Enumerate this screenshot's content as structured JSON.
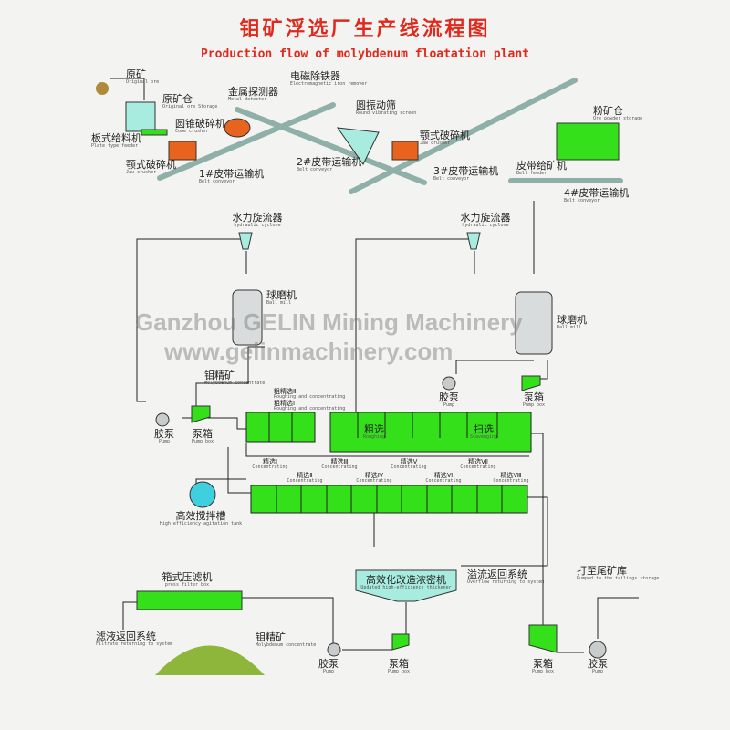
{
  "title": "钼矿浮选厂生产线流程图",
  "subtitle": "Production flow of molybdenum floatation plant",
  "watermark": {
    "company": "Ganzhou GELIN Mining Machinery",
    "url": "www.gelinmachinery.com"
  },
  "colors": {
    "title": "#e0281c",
    "flotation": "#33e01a",
    "tank": "#a8ece0",
    "crusher": "#e8641e",
    "conveyor": "#8fb0a8"
  },
  "labels": {
    "ore": {
      "cn": "原矿",
      "en": "Original ore"
    },
    "ore_storage": {
      "cn": "原矿仓",
      "en": "Original ore Storage"
    },
    "plate_feeder": {
      "cn": "板式给料机",
      "en": "Plate type feeder"
    },
    "jaw1": {
      "cn": "颚式破碎机",
      "en": "Jaw crusher"
    },
    "cone": {
      "cn": "圆锥破碎机",
      "en": "Cone crusher"
    },
    "metal": {
      "cn": "金属探测器",
      "en": "Metal detector"
    },
    "iron": {
      "cn": "电磁除铁器",
      "en": "Electromagnetic iron remover"
    },
    "screen": {
      "cn": "圆振动筛",
      "en": "Round vibrating screen"
    },
    "jaw2": {
      "cn": "颚式破碎机",
      "en": "Jaw crusher"
    },
    "belt1": {
      "cn": "1#皮带运输机",
      "en": "Belt conveyor"
    },
    "belt2": {
      "cn": "2#皮带运输机",
      "en": "Belt conveyor"
    },
    "belt3": {
      "cn": "3#皮带运输机",
      "en": "Belt conveyor"
    },
    "powder": {
      "cn": "粉矿仓",
      "en": "Ore powder storage"
    },
    "belt_feeder": {
      "cn": "皮带给矿机",
      "en": "Belt feeder"
    },
    "belt4": {
      "cn": "4#皮带运输机",
      "en": "Belt conveyor"
    },
    "cyclone1": {
      "cn": "水力旋流器",
      "en": "hydraulic cyclone"
    },
    "cyclone2": {
      "cn": "水力旋流器",
      "en": "hydraulic cyclone"
    },
    "mill1": {
      "cn": "球磨机",
      "en": "Ball mill"
    },
    "mill2": {
      "cn": "球磨机",
      "en": "Ball mill"
    },
    "moly1": {
      "cn": "钼精矿",
      "en": "Molybdenum concentrate"
    },
    "pump1": {
      "cn": "胶泵",
      "en": "Pump"
    },
    "pumpbox1": {
      "cn": "泵箱",
      "en": "Pump box"
    },
    "rc2": {
      "cn": "粗精选Ⅱ",
      "en": "Roughing and concentrating"
    },
    "rc1": {
      "cn": "粗精选Ⅰ",
      "en": "Roughing and concentrating"
    },
    "roughing": {
      "cn": "粗选",
      "en": "Roughing"
    },
    "scavenging": {
      "cn": "扫选",
      "en": "Scavenging"
    },
    "pump2": {
      "cn": "胶泵",
      "en": "Pump"
    },
    "pumpbox2": {
      "cn": "泵箱",
      "en": "Pump box"
    },
    "agitator": {
      "cn": "高效搅拌槽",
      "en": "High efficiency agitation tank"
    },
    "thickener": {
      "cn": "高效化改造浓密机",
      "en": "Updated high-efficiency thickener"
    },
    "overflow": {
      "cn": "溢流返回系统",
      "en": "Overflow returning to system"
    },
    "filter": {
      "cn": "箱式压滤机",
      "en": "press filter box"
    },
    "filtrate": {
      "cn": "滤液返回系统",
      "en": "Filtrate returning to system"
    },
    "moly2": {
      "cn": "钼精矿",
      "en": "Molybdenum concentrate"
    },
    "pump3": {
      "cn": "胶泵",
      "en": "Pump"
    },
    "pumpbox3": {
      "cn": "泵箱",
      "en": "Pump box"
    },
    "pumpbox4": {
      "cn": "泵箱",
      "en": "Pump box"
    },
    "pump4": {
      "cn": "胶泵",
      "en": "Pump"
    },
    "tailings": {
      "cn": "打至尾矿库",
      "en": "Pumped to the tailings storage"
    }
  },
  "cleaners": [
    {
      "cn": "精选Ⅰ",
      "en": "Concentrating"
    },
    {
      "cn": "精选Ⅱ",
      "en": "Concentrating"
    },
    {
      "cn": "精选Ⅲ",
      "en": "Concentrating"
    },
    {
      "cn": "精选Ⅳ",
      "en": "Concentrating"
    },
    {
      "cn": "精选Ⅴ",
      "en": "Concentrating"
    },
    {
      "cn": "精选Ⅵ",
      "en": "Concentrating"
    },
    {
      "cn": "精选Ⅶ",
      "en": "Concentrating"
    },
    {
      "cn": "精选Ⅷ",
      "en": "Concentrating"
    }
  ]
}
